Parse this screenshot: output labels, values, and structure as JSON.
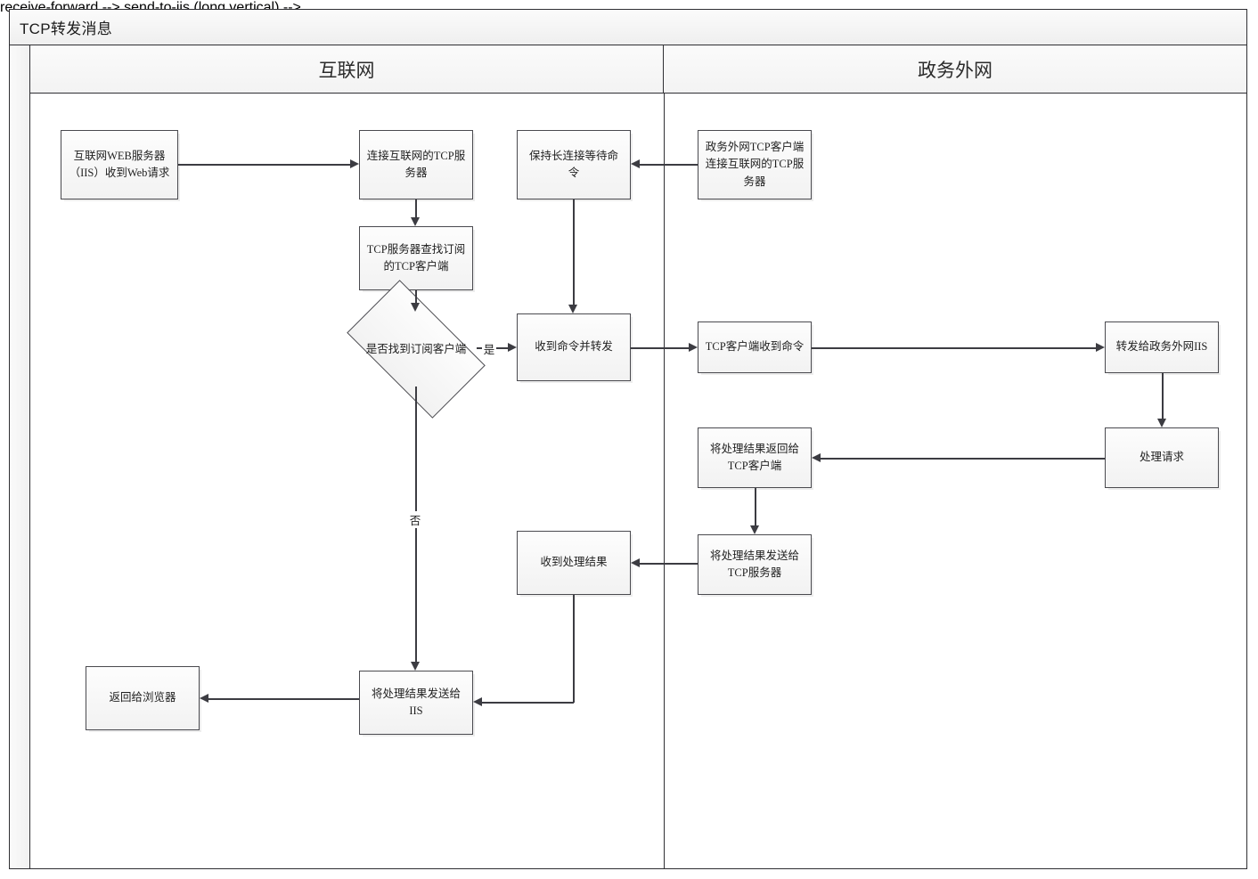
{
  "diagram": {
    "title": "TCP转发消息",
    "lanes": [
      {
        "id": "internet",
        "label": "互联网"
      },
      {
        "id": "gov-extranet",
        "label": "政务外网"
      }
    ],
    "nodes": [
      {
        "id": "web-request",
        "lane": "internet",
        "shape": "process",
        "label": "互联网WEB服务器（IIS）收到Web请求"
      },
      {
        "id": "connect-tcp-server",
        "lane": "internet",
        "shape": "process",
        "label": "连接互联网的TCP服务器"
      },
      {
        "id": "keep-alive",
        "lane": "internet",
        "shape": "process",
        "label": "保持长连接等待命令"
      },
      {
        "id": "client-connect",
        "lane": "gov-extranet",
        "shape": "process",
        "label": "政务外网TCP客户端连接互联网的TCP服务器"
      },
      {
        "id": "find-subscriber",
        "lane": "internet",
        "shape": "process",
        "label": "TCP服务器查找订阅的TCP客户端"
      },
      {
        "id": "found-decision",
        "lane": "internet",
        "shape": "decision",
        "label": "是否找到订阅客户端"
      },
      {
        "id": "receive-forward",
        "lane": "internet",
        "shape": "process",
        "label": "收到命令并转发"
      },
      {
        "id": "client-received",
        "lane": "gov-extranet",
        "shape": "process",
        "label": "TCP客户端收到命令"
      },
      {
        "id": "forward-to-iis",
        "lane": "gov-extranet",
        "shape": "process",
        "label": "转发给政务外网IIS"
      },
      {
        "id": "handle-request",
        "lane": "gov-extranet",
        "shape": "process",
        "label": "处理请求"
      },
      {
        "id": "return-to-client",
        "lane": "gov-extranet",
        "shape": "process",
        "label": "将处理结果返回给TCP客户端"
      },
      {
        "id": "send-to-server",
        "lane": "gov-extranet",
        "shape": "process",
        "label": "将处理结果发送给TCP服务器"
      },
      {
        "id": "receive-result",
        "lane": "internet",
        "shape": "process",
        "label": "收到处理结果"
      },
      {
        "id": "send-to-iis",
        "lane": "internet",
        "shape": "process",
        "label": "将处理结果发送给IIS"
      },
      {
        "id": "return-browser",
        "lane": "internet",
        "shape": "process",
        "label": "返回给浏览器"
      }
    ],
    "edge_labels": {
      "yes": "是",
      "no": "否"
    },
    "colors": {
      "frame": "#2f2f33",
      "node_border": "#4a4a4f",
      "connector": "#3c3c42",
      "node_fill": "#f7f7f7",
      "header_fill": "#f3f3f3"
    }
  }
}
